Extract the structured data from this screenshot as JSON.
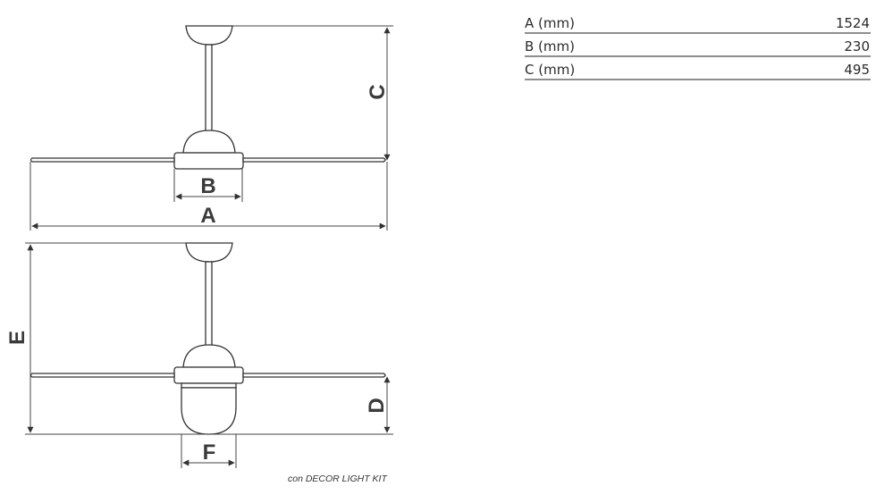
{
  "drawing": {
    "labels": {
      "a": "A",
      "b": "B",
      "c": "C",
      "d": "D",
      "e": "E",
      "f": "F"
    },
    "caption": "con DECOR LIGHT KIT"
  },
  "table": {
    "rows": [
      {
        "label": "A (mm)",
        "value": "1524"
      },
      {
        "label": "B (mm)",
        "value": "230"
      },
      {
        "label": "C (mm)",
        "value": "495"
      }
    ]
  }
}
